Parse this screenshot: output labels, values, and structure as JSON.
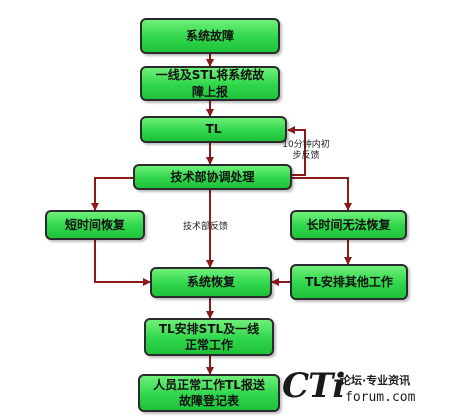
{
  "nodes": {
    "fault": "系统故障",
    "report": "一线及STL将系统故障上报",
    "tl": "TL",
    "tech": "技术部协调处理",
    "short": "短时间恢复",
    "long": "长时间无法恢复",
    "restore": "系统恢复",
    "tl_other": "TL安排其他工作",
    "tl_arrange": "TL安排STL及一线正常工作",
    "staff": "人员正常工作TL报送故障登记表"
  },
  "labels": {
    "feedback_10min": "10分钟内初步反馈",
    "tech_feedback": "技术部反馈"
  },
  "watermark": {
    "logo": "CTi",
    "line1": "论坛·专业资讯",
    "line2": "forum.com"
  },
  "colors": {
    "box_fill": "#33d84c",
    "arrow": "#8b1a1a",
    "border": "#2b2b2b"
  }
}
